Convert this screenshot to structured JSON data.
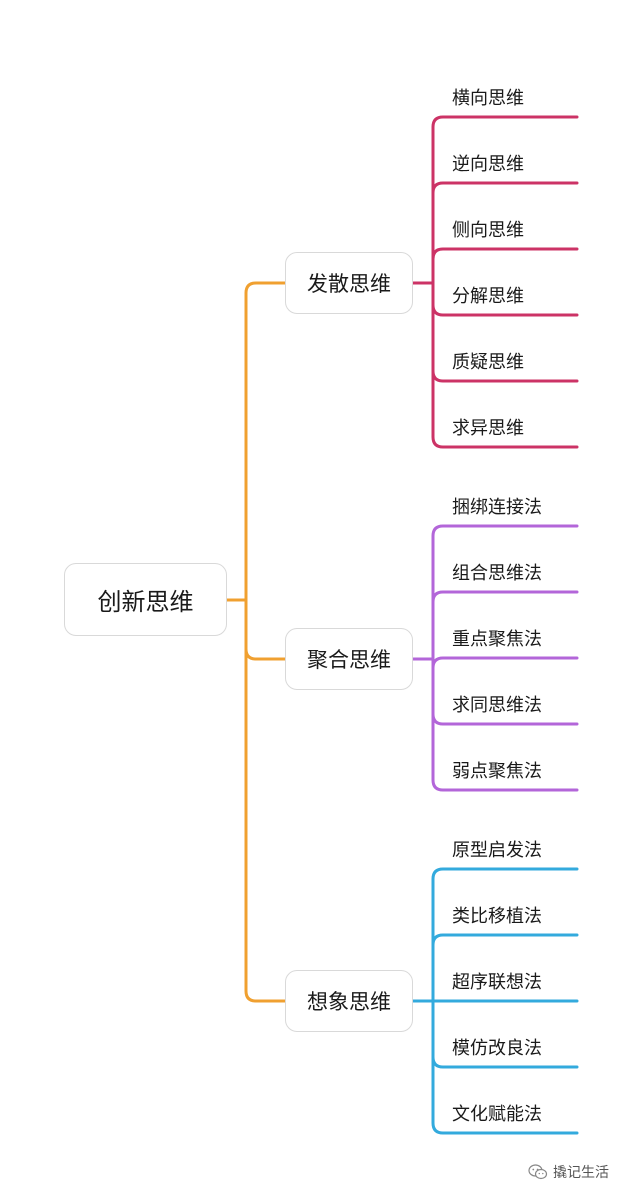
{
  "root": {
    "label": "创新思维"
  },
  "branches": [
    {
      "label": "发散思维",
      "color": "#cc3366",
      "children": [
        "横向思维",
        "逆向思维",
        "侧向思维",
        "分解思维",
        "质疑思维",
        "求异思维"
      ]
    },
    {
      "label": "聚合思维",
      "color": "#b366d9",
      "children": [
        "捆绑连接法",
        "组合思维法",
        "重点聚焦法",
        "求同思维法",
        "弱点聚焦法"
      ]
    },
    {
      "label": "想象思维",
      "color": "#33aadd",
      "children": [
        "原型启发法",
        "类比移植法",
        "超序联想法",
        "模仿改良法",
        "文化赋能法"
      ]
    }
  ],
  "trunk_color": "#f0a030",
  "watermark": {
    "text": "撬记生活",
    "icon": "wechat-icon"
  }
}
